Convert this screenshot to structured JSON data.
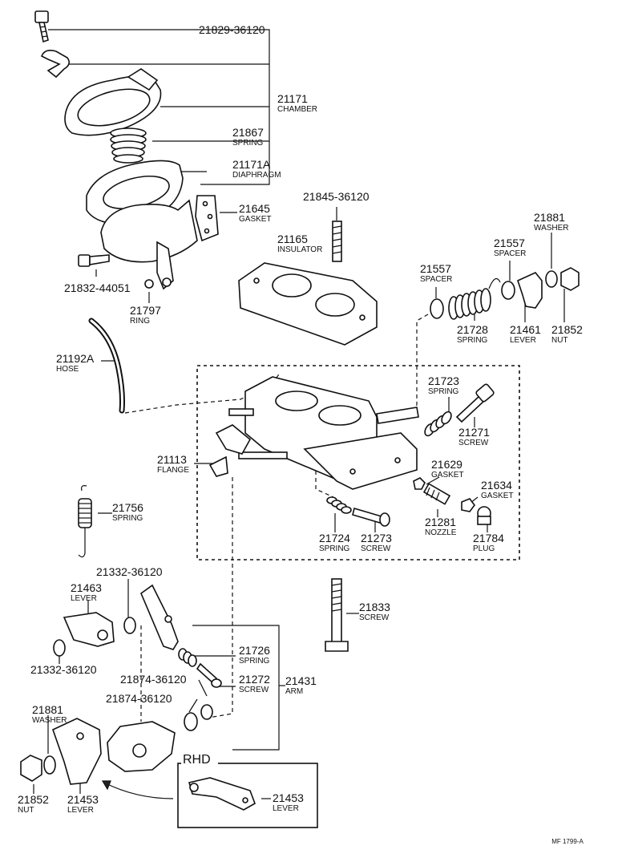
{
  "parts": [
    {
      "id": "21829-36120",
      "label": ""
    },
    {
      "id": "21171",
      "label": "CHAMBER"
    },
    {
      "id": "21867",
      "label": "SPRING"
    },
    {
      "id": "21171A",
      "label": "DIAPHRAGM"
    },
    {
      "id": "21645",
      "label": "GASKET"
    },
    {
      "id": "21832-44051",
      "label": ""
    },
    {
      "id": "21797",
      "label": "RING"
    },
    {
      "id": "21845-36120",
      "label": ""
    },
    {
      "id": "21165",
      "label": "INSULATOR"
    },
    {
      "id": "21881",
      "label": "WASHER"
    },
    {
      "id": "21557",
      "label": "SPACER"
    },
    {
      "id": "21557",
      "label": "SPACER"
    },
    {
      "id": "21728",
      "label": "SPRING"
    },
    {
      "id": "21461",
      "label": "LEVER"
    },
    {
      "id": "21852",
      "label": "NUT"
    },
    {
      "id": "21192A",
      "label": "HOSE"
    },
    {
      "id": "21723",
      "label": "SPRING"
    },
    {
      "id": "21271",
      "label": "SCREW"
    },
    {
      "id": "21113",
      "label": "FLANGE"
    },
    {
      "id": "21629",
      "label": "GASKET"
    },
    {
      "id": "21634",
      "label": "GASKET"
    },
    {
      "id": "21281",
      "label": "NOZZLE"
    },
    {
      "id": "21784",
      "label": "PLUG"
    },
    {
      "id": "21724",
      "label": "SPRING"
    },
    {
      "id": "21273",
      "label": "SCREW"
    },
    {
      "id": "21756",
      "label": "SPRING"
    },
    {
      "id": "21332-36120",
      "label": ""
    },
    {
      "id": "21463",
      "label": "LEVER"
    },
    {
      "id": "21833",
      "label": "SCREW"
    },
    {
      "id": "21332-36120",
      "label": ""
    },
    {
      "id": "21726",
      "label": "SPRING"
    },
    {
      "id": "21272",
      "label": "SCREW"
    },
    {
      "id": "21431",
      "label": "ARM"
    },
    {
      "id": "21874-36120",
      "label": ""
    },
    {
      "id": "21874-36120",
      "label": ""
    },
    {
      "id": "21881",
      "label": "WASHER"
    },
    {
      "id": "21852",
      "label": "NUT"
    },
    {
      "id": "21453",
      "label": "LEVER"
    },
    {
      "id": "21453",
      "label": "LEVER"
    }
  ],
  "rhd_label": "RHD",
  "footer_code": "MF 1799-A"
}
